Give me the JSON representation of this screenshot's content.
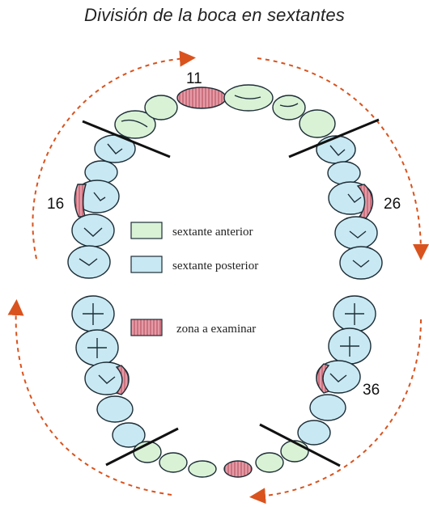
{
  "title": "División de la boca en sextantes",
  "tooth_labels": {
    "upper_incisor": "11",
    "upper_right_molar": "16",
    "upper_left_molar": "26",
    "lower_left_molar": "36"
  },
  "legend": [
    {
      "label": "sextante anterior",
      "color": "#d9f2d6"
    },
    {
      "label": "sextante posterior",
      "color": "#c8e9f3"
    },
    {
      "label": "zona a examinar",
      "color": "#e59aa6"
    }
  ],
  "colors": {
    "anterior_fill": "#d9f2d6",
    "posterior_fill": "#c8e9f3",
    "examined_fill": "#e59aa6",
    "tooth_outline": "#1d2d36",
    "divider_line": "#111111",
    "arrow": "#d9531e"
  }
}
